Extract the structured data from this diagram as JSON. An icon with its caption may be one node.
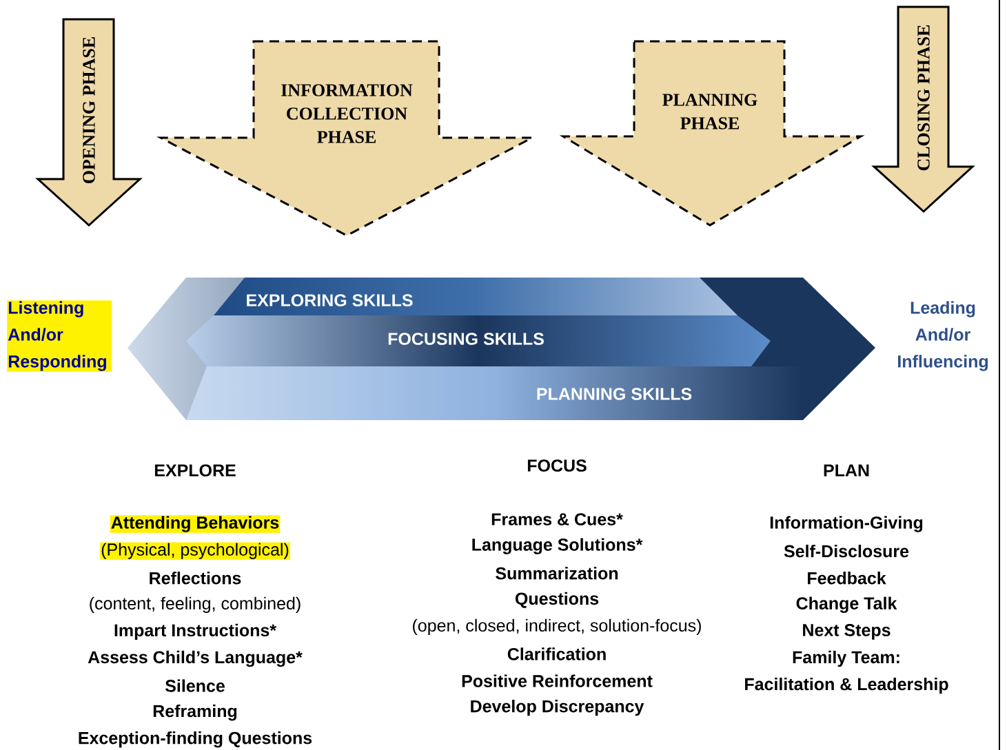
{
  "diagram": {
    "nodes": [
      {
        "text": [
          "OPENING PHASE"
        ]
      },
      {
        "text": [
          "INFORMATION COLLECTION PHASE"
        ]
      },
      {
        "text": [
          "PLANNING PHASE"
        ]
      },
      {
        "text": [
          "CLOSING PHASE"
        ]
      },
      {
        "text": [
          "EXPLORING SKILLS"
        ]
      },
      {
        "text": [
          "FOCUSING SKILLS"
        ]
      },
      {
        "text": [
          "PLANNING SKILLS"
        ]
      }
    ],
    "labels": [
      "Listening And/or Responding",
      "Leading And/or Influencing",
      "EXPLORE",
      "FOCUS",
      "PLAN",
      "Attending Behaviors",
      "(Physical, psychological)",
      "Reflections",
      "(content, feeling, combined)",
      "Impart Instructions*",
      "Assess Child’s Language*",
      "Silence",
      "Reframing",
      "Exception-finding Questions",
      "Frames & Cues*",
      "Language Solutions*",
      "Summarization",
      "Questions",
      "(open, closed, indirect, solution-focus)",
      "Clarification",
      "Positive Reinforcement",
      "Develop Discrepancy",
      "Information-Giving",
      "Self-Disclosure",
      "Feedback",
      "Change Talk",
      "Next Steps",
      "Family Team:",
      "Facilitation & Leadership"
    ]
  }
}
